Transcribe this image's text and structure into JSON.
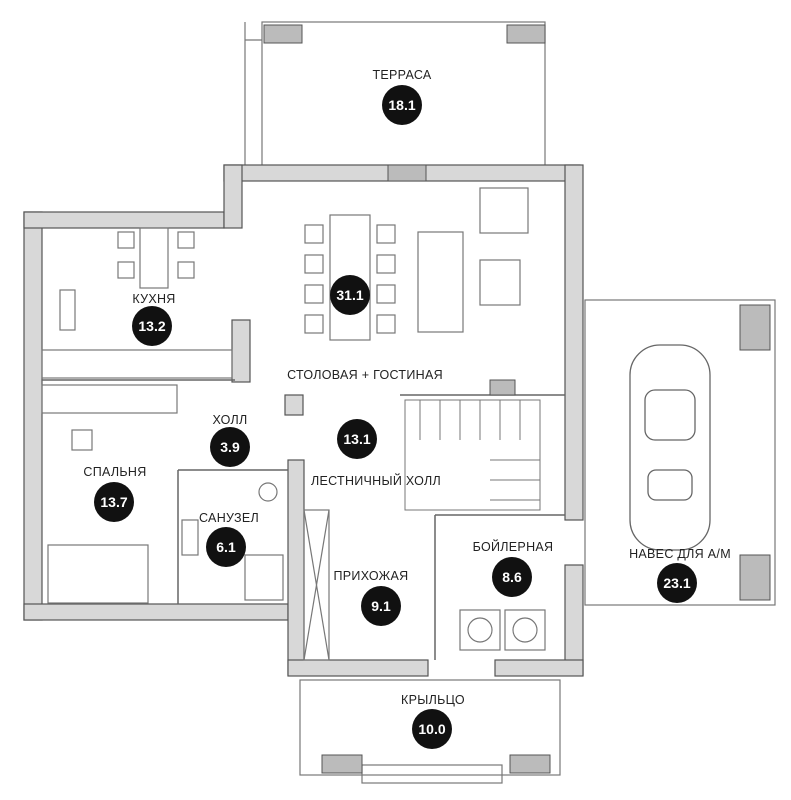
{
  "rooms": [
    {
      "id": "terrace",
      "name": "ТЕРРАСА",
      "area": "18.1"
    },
    {
      "id": "kitchen",
      "name": "КУХНЯ",
      "area": "13.2"
    },
    {
      "id": "living",
      "name": "СТОЛОВАЯ + ГОСТИНАЯ",
      "area": "31.1"
    },
    {
      "id": "hall",
      "name": "ХОЛЛ",
      "area": "3.9"
    },
    {
      "id": "stairhall",
      "name": "ЛЕСТНИЧНЫЙ ХОЛЛ",
      "area": "13.1"
    },
    {
      "id": "bedroom",
      "name": "СПАЛЬНЯ",
      "area": "13.7"
    },
    {
      "id": "bathroom",
      "name": "САНУЗЕЛ",
      "area": "6.1"
    },
    {
      "id": "entry",
      "name": "ПРИХОЖАЯ",
      "area": "9.1"
    },
    {
      "id": "boiler",
      "name": "БОЙЛЕРНАЯ",
      "area": "8.6"
    },
    {
      "id": "carport",
      "name": "НАВЕС ДЛЯ А/М",
      "area": "23.1"
    },
    {
      "id": "porch",
      "name": "КРЫЛЬЦО",
      "area": "10.0"
    }
  ],
  "colors": {
    "wall": "#d8d8d8",
    "wall_outline": "#555555",
    "badge": "#111111",
    "line": "#666666"
  }
}
